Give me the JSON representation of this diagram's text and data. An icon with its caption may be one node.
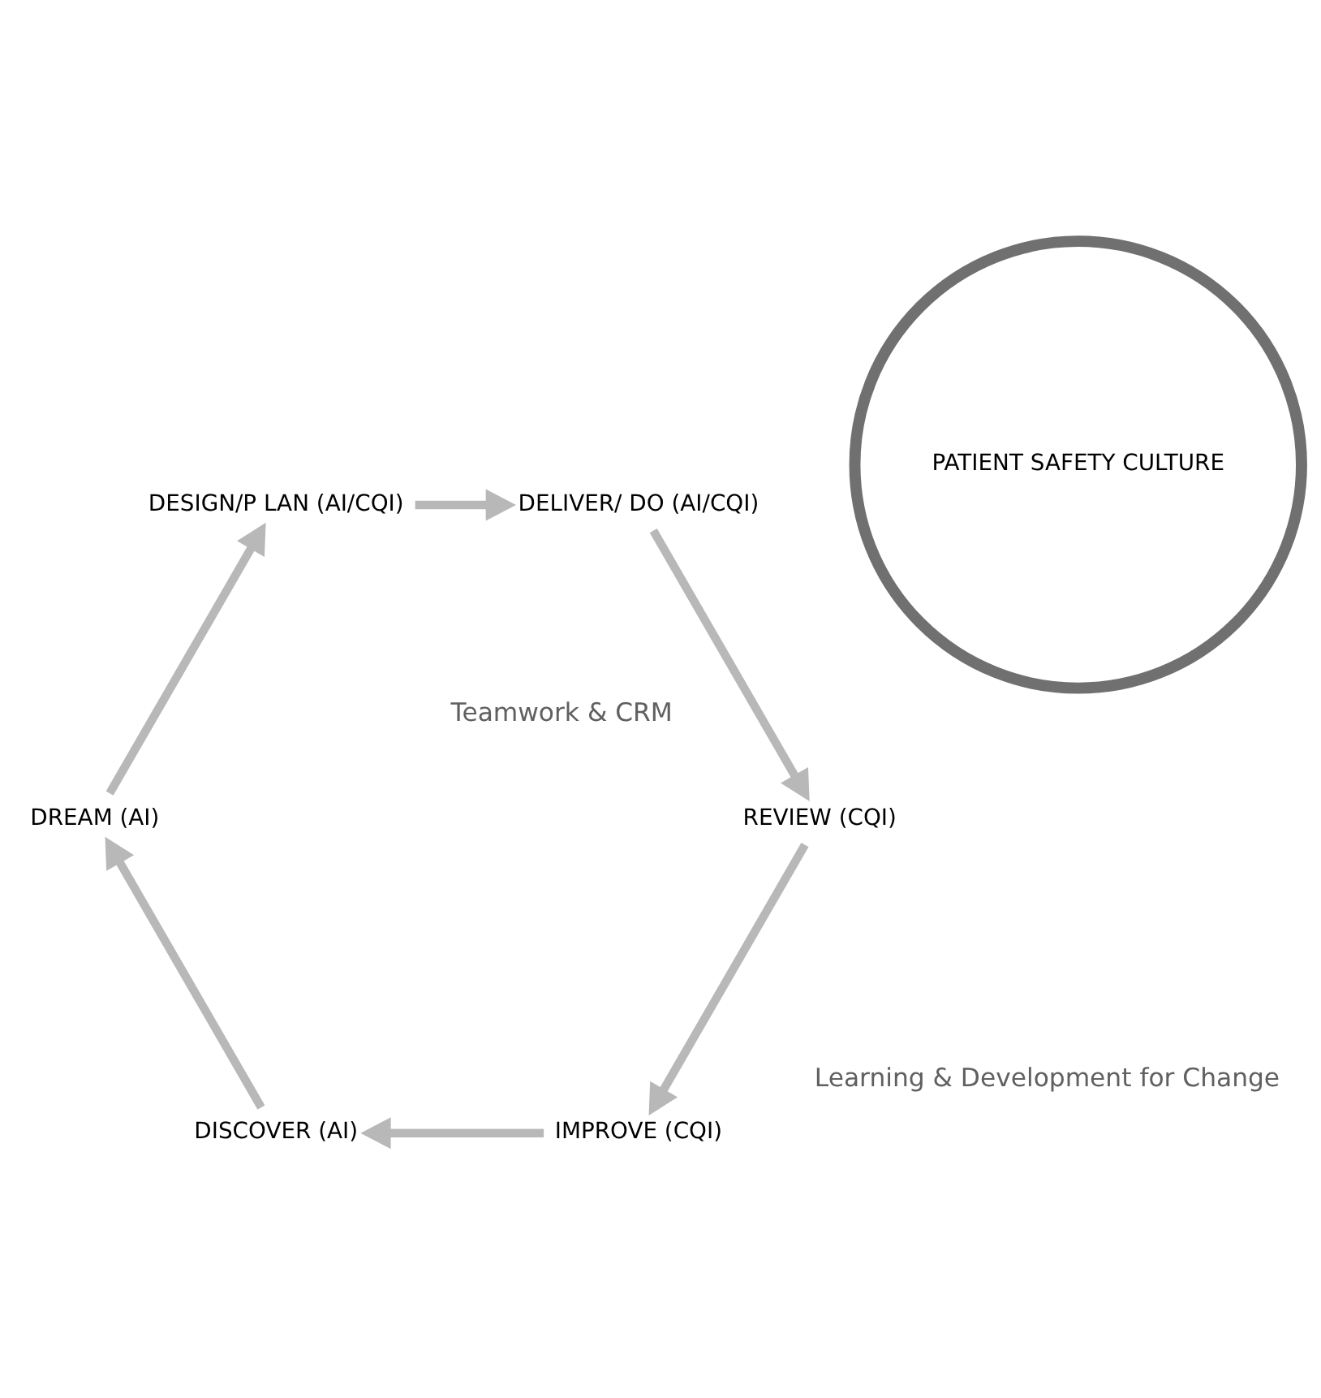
{
  "diagram": {
    "nodes": [
      {
        "text": [
          "IMPROVE (CQI)"
        ]
      },
      {
        "text": [
          "DISCOVER (AI)"
        ]
      },
      {
        "text": [
          "DREAM (AI)"
        ]
      },
      {
        "text": [
          "DESIGN/P LAN (AI/CQI)"
        ]
      },
      {
        "text": [
          "DELIVER/ DO (AI/CQI)"
        ]
      },
      {
        "text": [
          "REVIEW (CQI)"
        ]
      },
      {
        "text": [
          "PATIENT SAFETY CULTURE"
        ]
      }
    ],
    "edges": [
      {
        "from": 0,
        "to": 1,
        "arrow": "to"
      },
      {
        "from": 1,
        "to": 2,
        "arrow": "to"
      },
      {
        "from": 2,
        "to": 3,
        "arrow": "to"
      },
      {
        "from": 3,
        "to": 4,
        "arrow": "to"
      },
      {
        "from": 4,
        "to": 5,
        "arrow": "to"
      },
      {
        "from": 5,
        "to": 0,
        "arrow": "to"
      }
    ],
    "labels": [
      "Teamwork & CRM",
      "Learning & Development for Change"
    ]
  }
}
